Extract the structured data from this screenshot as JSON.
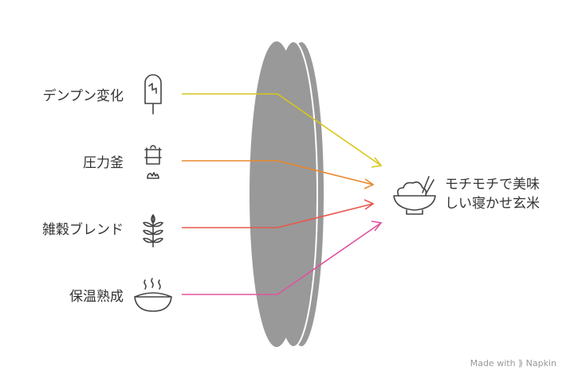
{
  "inputs": [
    {
      "label": "デンプン変化",
      "icon": "popsicle-icon",
      "color": "#d9c61a"
    },
    {
      "label": "圧力釜",
      "icon": "pressure-cooker-icon",
      "color": "#e8892e"
    },
    {
      "label": "雑穀ブレンド",
      "icon": "wheat-icon",
      "color": "#e8584e"
    },
    {
      "label": "保温熟成",
      "icon": "steaming-bowl-icon",
      "color": "#e0529e"
    }
  ],
  "output": {
    "line1": "モチモチで美味",
    "line2": "しい寝かせ玄米",
    "icon": "rice-bowl-icon"
  },
  "watermark": "Made with ⟫ Napkin"
}
